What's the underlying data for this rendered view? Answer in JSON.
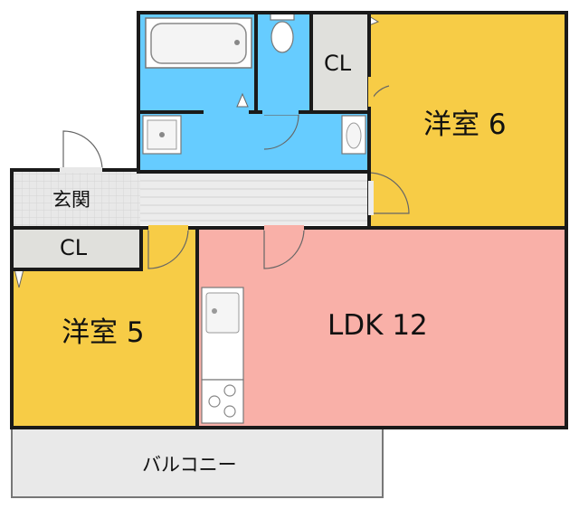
{
  "rooms": {
    "western_room_6": "洋室 6",
    "western_room_5": "洋室 5",
    "ldk": "LDK 12",
    "entrance": "玄関",
    "closet_upper": "CL",
    "closet_lower": "CL",
    "balcony": "バルコニー"
  },
  "colors": {
    "western_room": "#f7cc46",
    "ldk": "#f9b0a8",
    "wet_area": "#66ccff",
    "closet": "#e0e0dc",
    "entrance": "#e7e7e7",
    "balcony": "#e9e9e9",
    "wall": "#1a1a1a"
  }
}
